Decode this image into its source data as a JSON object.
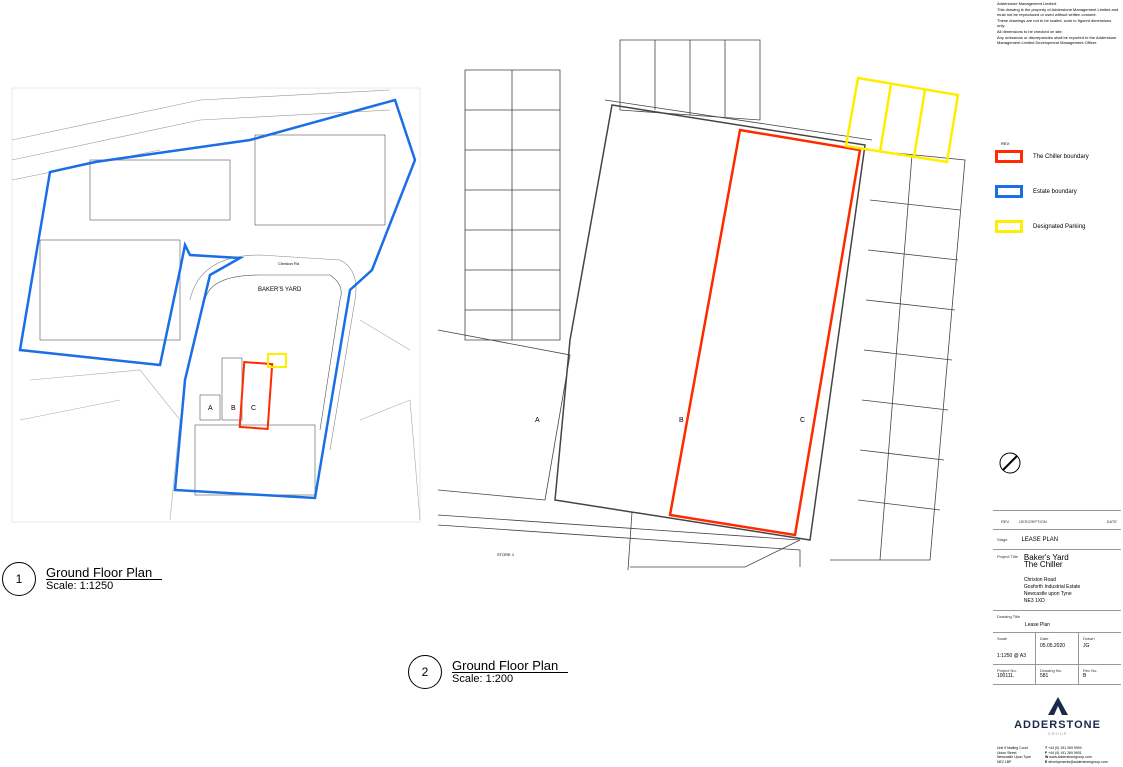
{
  "notes": [
    "Adderstone Management Limited.",
    "This drawing is the property of Adderstone Management Limited and must not be reproduced or used without written consent.",
    "These drawings are not to be scaled, work to figured dimensions only.",
    "All dimensions to be checked on site.",
    "Any omissions or discrepancies shall be reported to the Adderstone Management Limited Development Management Officer."
  ],
  "rev_label": "REV:",
  "legend": [
    {
      "label": "The Chiller boundary",
      "color": "#ff2a00"
    },
    {
      "label": "Estate boundary",
      "color": "#1a6ee6"
    },
    {
      "label": "Designated Parking",
      "color": "#ffee00"
    }
  ],
  "site_plan": {
    "road_label": "Christon Rd",
    "yard_label": "BAKER'S YARD",
    "units": [
      "A",
      "B",
      "C"
    ],
    "number": "1",
    "title": "Ground Floor Plan",
    "scale": "Scale: 1:1250"
  },
  "floor_plan": {
    "units": [
      "A",
      "B",
      "C"
    ],
    "store_label": "STORE 1",
    "number": "2",
    "title": "Ground Floor Plan",
    "scale": "Scale: 1:200"
  },
  "title_block": {
    "rev_header": "REV",
    "description_header": "DESCRIPTION",
    "date_header": "DATE",
    "stage_label": "Stage",
    "stage": "LEASE PLAN",
    "project_title_label": "Project Title",
    "project_title": [
      "Baker's Yard",
      "The Chiller"
    ],
    "address": [
      "Christon Road",
      "Gosforth Industrial Estate",
      "Newcastle upon Tyne",
      "NE3 1XD"
    ],
    "drawing_title_label": "Drawing Title",
    "drawing_title": "Lease Plan",
    "scale_label": "Scale",
    "scale": "1:1250 @ A3",
    "date_label": "Date",
    "date": "05.05.2020",
    "drawn_label": "Drawn",
    "drawn": "JG",
    "project_no_label": "Project No.",
    "project_no": "100111.",
    "drawing_no_label": "Drawing No.",
    "drawing_no": "581",
    "rev_no_label": "Rev No.",
    "rev_no": "B"
  },
  "logo": {
    "name": "ADDERSTONE",
    "sub": "GROUP",
    "color": "#1b2a4a"
  },
  "contact": {
    "address": [
      "Unit 9 Malling Court",
      "Union Street",
      "Newcastle Upon Tyne",
      "NE2 1BP"
    ],
    "lines": [
      {
        "k": "T",
        "v": "+44 (0) 191 269 9900"
      },
      {
        "k": "F",
        "v": "+44 (0) 191 269 9901"
      },
      {
        "k": "W",
        "v": "www.adderstonegroup.com"
      },
      {
        "k": "E",
        "v": "developments@adderstonegroup.com"
      }
    ]
  }
}
